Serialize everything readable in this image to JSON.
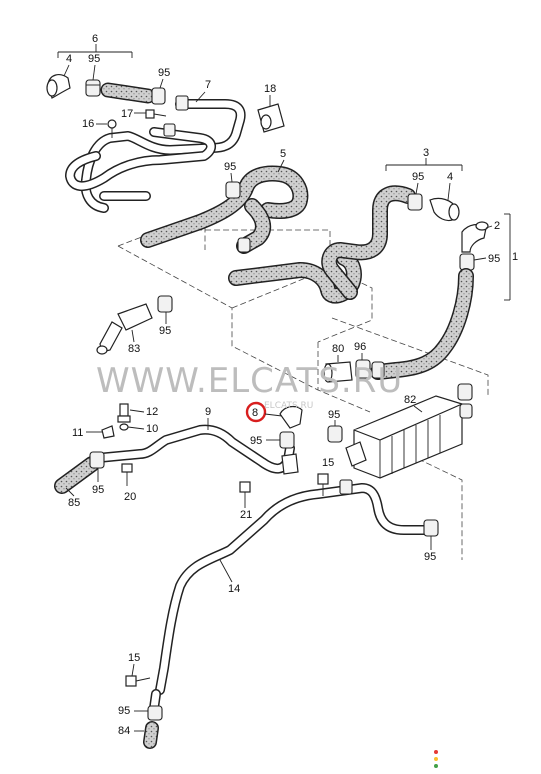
{
  "watermark": {
    "text": "WWW.ELCATS.RU",
    "sub_text": "ELCATS.RU"
  },
  "highlight": {
    "label": "8",
    "ring_color": "#d81e1e"
  },
  "colors": {
    "hose_fill": "#bfbfbf",
    "line": "#222222",
    "watermark": "#bdbdbd"
  },
  "labels": {
    "l6": "6",
    "l4a": "4",
    "l95a": "95",
    "l95b": "95",
    "l7": "7",
    "l18": "18",
    "l17": "17",
    "l16": "16",
    "l95c": "95",
    "l5": "5",
    "l3": "3",
    "l95d": "95",
    "l4b": "4",
    "l2": "2",
    "l95e": "95",
    "l1": "1",
    "l95f": "95",
    "l83": "83",
    "l80": "80",
    "l96": "96",
    "l82": "82",
    "l12": "12",
    "l11": "11",
    "l10": "10",
    "l9": "9",
    "l95g": "95",
    "l95h": "95",
    "l95i": "95",
    "l20": "20",
    "l85": "85",
    "l15a": "15",
    "l21": "21",
    "l95j": "95",
    "l14": "14",
    "l15b": "15",
    "l95k": "95",
    "l84": "84"
  }
}
